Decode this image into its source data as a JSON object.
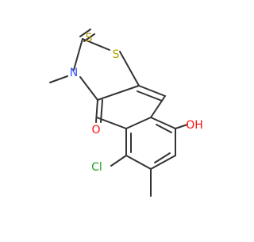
{
  "molecule": {
    "atoms": {
      "S_exocyclic": "S",
      "S_ring": "S",
      "N": "N",
      "O_carbonyl": "O",
      "OH": "OH",
      "Cl": "Cl"
    },
    "colors": {
      "bond": "#333333",
      "sulfur": "#b2a100",
      "nitrogen": "#3050f8",
      "oxygen": "#ff0d0d",
      "chlorine": "#1fa01f",
      "background": "#ffffff"
    }
  }
}
